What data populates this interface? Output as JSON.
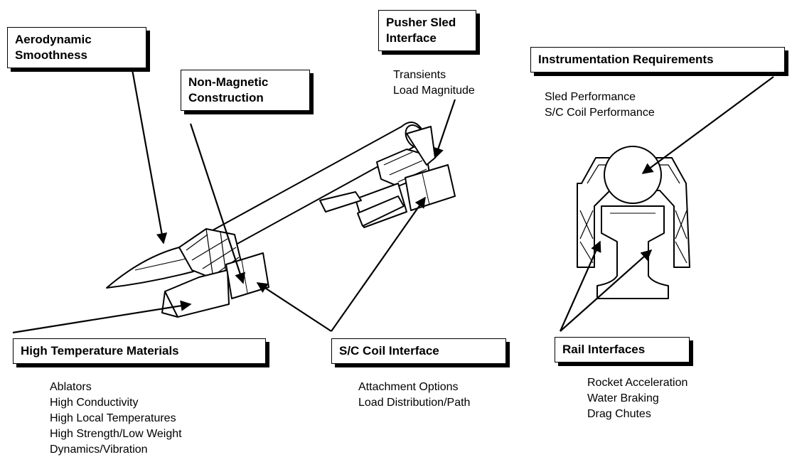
{
  "callouts": {
    "aero": {
      "lines": [
        "Aerodynamic",
        "Smoothness"
      ]
    },
    "nonmag": {
      "lines": [
        "Non-Magnetic",
        "Construction"
      ]
    },
    "pusher": {
      "lines": [
        "Pusher Sled",
        "Interface"
      ],
      "items": [
        "Transients",
        "Load Magnitude"
      ]
    },
    "instr": {
      "lines": [
        "Instrumentation Requirements"
      ],
      "items": [
        "Sled Performance",
        "S/C Coil Performance"
      ]
    },
    "hightemp": {
      "lines": [
        "High Temperature Materials"
      ],
      "items": [
        "Ablators",
        "High Conductivity",
        "High Local Temperatures",
        "High Strength/Low Weight",
        "Dynamics/Vibration"
      ]
    },
    "sccoil": {
      "lines": [
        "S/C Coil Interface"
      ],
      "items": [
        "Attachment Options",
        "Load Distribution/Path"
      ]
    },
    "rail": {
      "lines": [
        "Rail Interfaces"
      ],
      "items": [
        "Rocket Acceleration",
        "Water Braking",
        "Drag Chutes"
      ]
    }
  },
  "colors": {
    "ink": "#000000",
    "paper": "#ffffff"
  }
}
